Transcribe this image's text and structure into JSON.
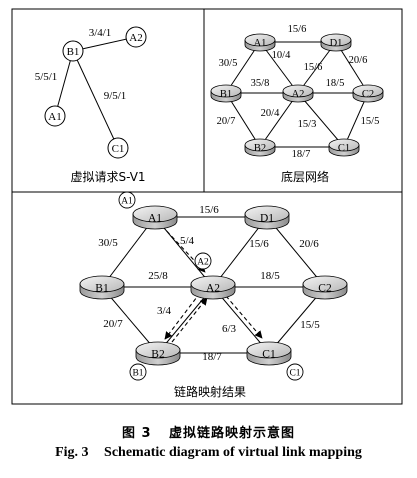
{
  "virtual_request": {
    "title": "虚拟请求S-V1",
    "nodes": [
      {
        "id": "B1",
        "label": "B1"
      },
      {
        "id": "A2",
        "label": "A2"
      },
      {
        "id": "A1",
        "label": "A1"
      },
      {
        "id": "C1",
        "label": "C1"
      }
    ],
    "links": [
      {
        "from": "B1",
        "to": "A2",
        "label": "3/4/1"
      },
      {
        "from": "B1",
        "to": "A1",
        "label": "5/5/1"
      },
      {
        "from": "B1",
        "to": "C1",
        "label": "9/5/1"
      }
    ]
  },
  "substrate_network": {
    "title": "底层网络",
    "nodes": [
      {
        "id": "A1",
        "label": "A1"
      },
      {
        "id": "D1",
        "label": "D1"
      },
      {
        "id": "B1",
        "label": "B1"
      },
      {
        "id": "A2",
        "label": "A2"
      },
      {
        "id": "C2",
        "label": "C2"
      },
      {
        "id": "B2",
        "label": "B2"
      },
      {
        "id": "C1",
        "label": "C1"
      }
    ],
    "links": [
      {
        "from": "A1",
        "to": "D1",
        "label": "15/6"
      },
      {
        "from": "A1",
        "to": "B1",
        "label": "30/5"
      },
      {
        "from": "A1",
        "to": "A2",
        "label": "10/4"
      },
      {
        "from": "D1",
        "to": "A2",
        "label": "15/6"
      },
      {
        "from": "D1",
        "to": "C2",
        "label": "20/6"
      },
      {
        "from": "B1",
        "to": "A2",
        "label": "35/8"
      },
      {
        "from": "A2",
        "to": "C2",
        "label": "18/5"
      },
      {
        "from": "B1",
        "to": "B2",
        "label": "20/7"
      },
      {
        "from": "A2",
        "to": "B2",
        "label": "20/4"
      },
      {
        "from": "A2",
        "to": "C1",
        "label": "15/3"
      },
      {
        "from": "C2",
        "to": "C1",
        "label": "15/5"
      },
      {
        "from": "B2",
        "to": "C1",
        "label": "18/7"
      }
    ]
  },
  "mapping_result": {
    "title": "链路映射结果",
    "nodes": [
      {
        "id": "A1",
        "label": "A1"
      },
      {
        "id": "D1",
        "label": "D1"
      },
      {
        "id": "B1",
        "label": "B1"
      },
      {
        "id": "A2",
        "label": "A2"
      },
      {
        "id": "C2",
        "label": "C2"
      },
      {
        "id": "B2",
        "label": "B2"
      },
      {
        "id": "C1",
        "label": "C1"
      }
    ],
    "virtual_tags": [
      {
        "label": "A1",
        "on": "A1"
      },
      {
        "label": "A2",
        "on": "A2"
      },
      {
        "label": "B1",
        "on": "B2"
      },
      {
        "label": "C1",
        "on": "C1"
      }
    ],
    "links": [
      {
        "from": "A1",
        "to": "D1",
        "label": "15/6"
      },
      {
        "from": "A1",
        "to": "B1",
        "label": "30/5"
      },
      {
        "from": "A1",
        "to": "A2",
        "label": "5/4"
      },
      {
        "from": "D1",
        "to": "A2",
        "label": "15/6"
      },
      {
        "from": "D1",
        "to": "C2",
        "label": "20/6"
      },
      {
        "from": "B1",
        "to": "A2",
        "label": "25/8"
      },
      {
        "from": "A2",
        "to": "C2",
        "label": "18/5"
      },
      {
        "from": "B1",
        "to": "B2",
        "label": "20/7"
      },
      {
        "from": "A2",
        "to": "B2",
        "label": "3/4"
      },
      {
        "from": "A2",
        "to": "C1",
        "label": "6/3"
      },
      {
        "from": "C2",
        "to": "C1",
        "label": "15/5"
      },
      {
        "from": "B2",
        "to": "C1",
        "label": "18/7"
      }
    ]
  },
  "caption": {
    "zh_number": "图 3",
    "zh_text": "虚拟链路映射示意图",
    "en_number": "Fig. 3",
    "en_text": "Schematic diagram of virtual link mapping"
  }
}
